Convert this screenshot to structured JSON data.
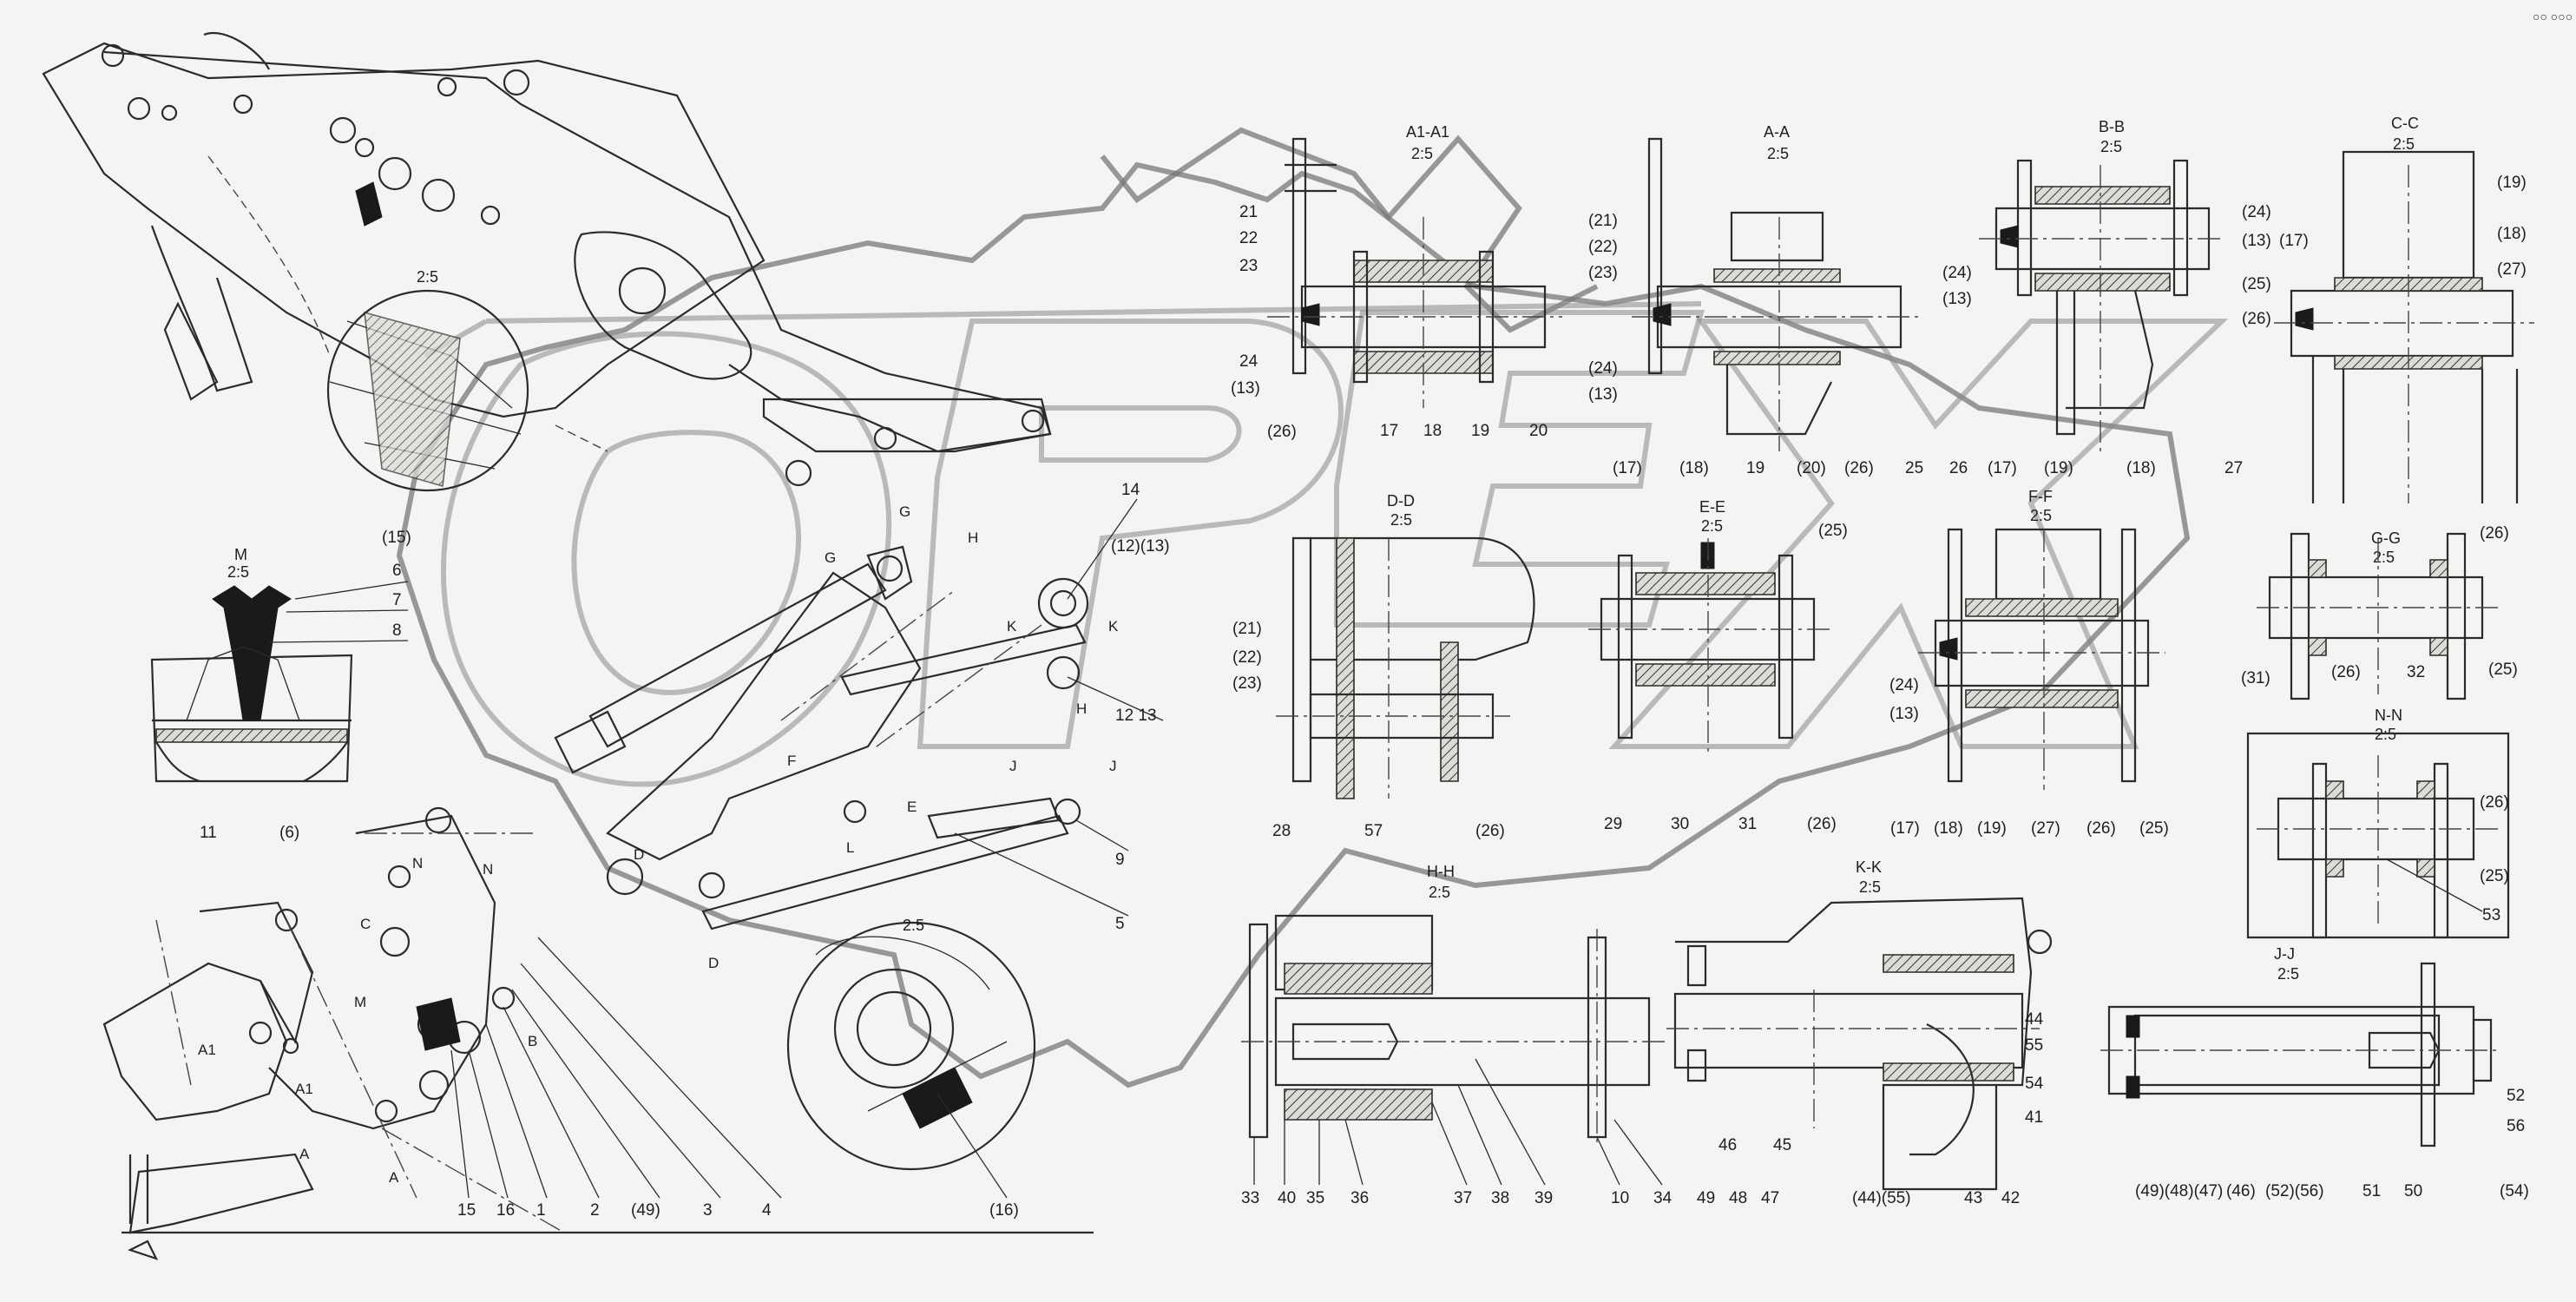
{
  "corner_mark": "○○ ○○○",
  "watermark": "OPEX",
  "main_view": {
    "scale_detail_upper": "2:5",
    "scale_detail_lower": "2:5",
    "detail_M": {
      "title": "M",
      "scale": "2:5"
    },
    "callouts": [
      "14",
      "(12)(13)",
      "12 13",
      "(15)",
      "6",
      "7",
      "8",
      "11",
      "(6)",
      "9",
      "5",
      "15",
      "16",
      "1",
      "2",
      "(49)",
      "3",
      "4",
      "(16)"
    ],
    "section_letters": [
      "G",
      "H",
      "G",
      "K",
      "K",
      "H",
      "F",
      "E",
      "J",
      "J",
      "L",
      "D",
      "D",
      "N",
      "N",
      "C",
      "M",
      "A1",
      "A1",
      "A",
      "A",
      "B"
    ]
  },
  "sections": [
    {
      "id": "A1-A1",
      "title": "A1-A1",
      "scale": "2:5",
      "callouts": [
        "21",
        "22",
        "23",
        "24",
        "(13)",
        "(26)",
        "17",
        "18",
        "19",
        "20"
      ]
    },
    {
      "id": "A-A",
      "title": "A-A",
      "scale": "2:5",
      "callouts": [
        "(21)",
        "(22)",
        "(23)",
        "(24)",
        "(13)",
        "(17)",
        "(18)",
        "19",
        "(20)",
        "(26)"
      ]
    },
    {
      "id": "B-B",
      "title": "B-B",
      "scale": "2:5",
      "callouts": [
        "(24)",
        "(13)",
        "25",
        "26",
        "(17)",
        "(19)",
        "(18)",
        "27"
      ]
    },
    {
      "id": "C-C",
      "title": "C-C",
      "scale": "2:5",
      "callouts": [
        "(24)",
        "(13)",
        "(17)",
        "(25)",
        "(26)",
        "(19)",
        "(18)",
        "(27)"
      ]
    },
    {
      "id": "D-D",
      "title": "D-D",
      "scale": "2:5",
      "callouts": [
        "(21)",
        "(22)",
        "(23)",
        "28",
        "57",
        "(26)"
      ]
    },
    {
      "id": "E-E",
      "title": "E-E",
      "scale": "2:5",
      "callouts": [
        "(25)",
        "29",
        "30",
        "31",
        "(26)"
      ]
    },
    {
      "id": "F-F",
      "title": "F-F",
      "scale": "2:5",
      "callouts": [
        "(24)",
        "(13)",
        "(17)",
        "(18)",
        "(19)",
        "(27)",
        "(26)",
        "(25)"
      ]
    },
    {
      "id": "G-G",
      "title": "G-G",
      "scale": "2:5",
      "callouts": [
        "(26)",
        "(31)",
        "(26)",
        "32",
        "(25)"
      ]
    },
    {
      "id": "N-N",
      "title": "N-N",
      "scale": "2:5",
      "callouts": [
        "(26)",
        "(25)",
        "53"
      ]
    },
    {
      "id": "H-H",
      "title": "H-H",
      "scale": "2:5",
      "callouts": [
        "33",
        "40",
        "35",
        "36",
        "37",
        "38",
        "39",
        "10",
        "34"
      ]
    },
    {
      "id": "K-K",
      "title": "K-K",
      "scale": "2:5",
      "callouts": [
        "44",
        "55",
        "54",
        "41",
        "46",
        "45",
        "49",
        "48",
        "47",
        "(44)(55)",
        "43",
        "42"
      ]
    },
    {
      "id": "J-J",
      "title": "J-J",
      "scale": "2:5",
      "callouts": [
        "52",
        "56",
        "(54)",
        "50",
        "51",
        "(49)(48)(47)",
        "(46)",
        "(52)(56)"
      ]
    }
  ]
}
